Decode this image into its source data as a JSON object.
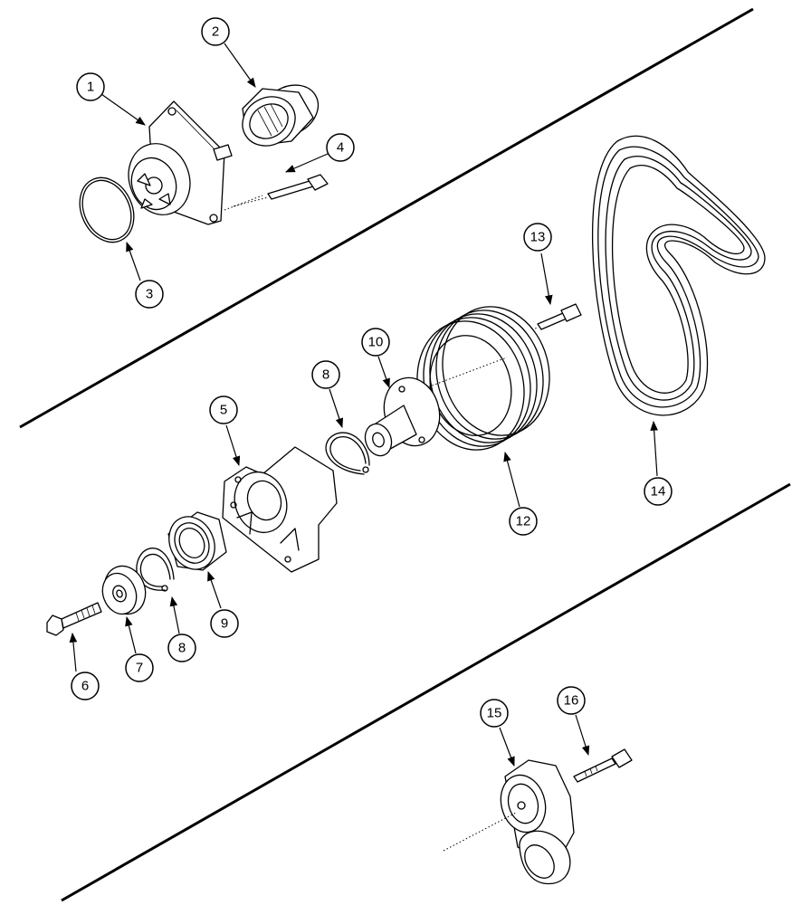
{
  "callouts": [
    "1",
    "2",
    "3",
    "4",
    "5",
    "6",
    "7",
    "8",
    "8",
    "9",
    "10",
    "12",
    "13",
    "14",
    "15",
    "16"
  ]
}
